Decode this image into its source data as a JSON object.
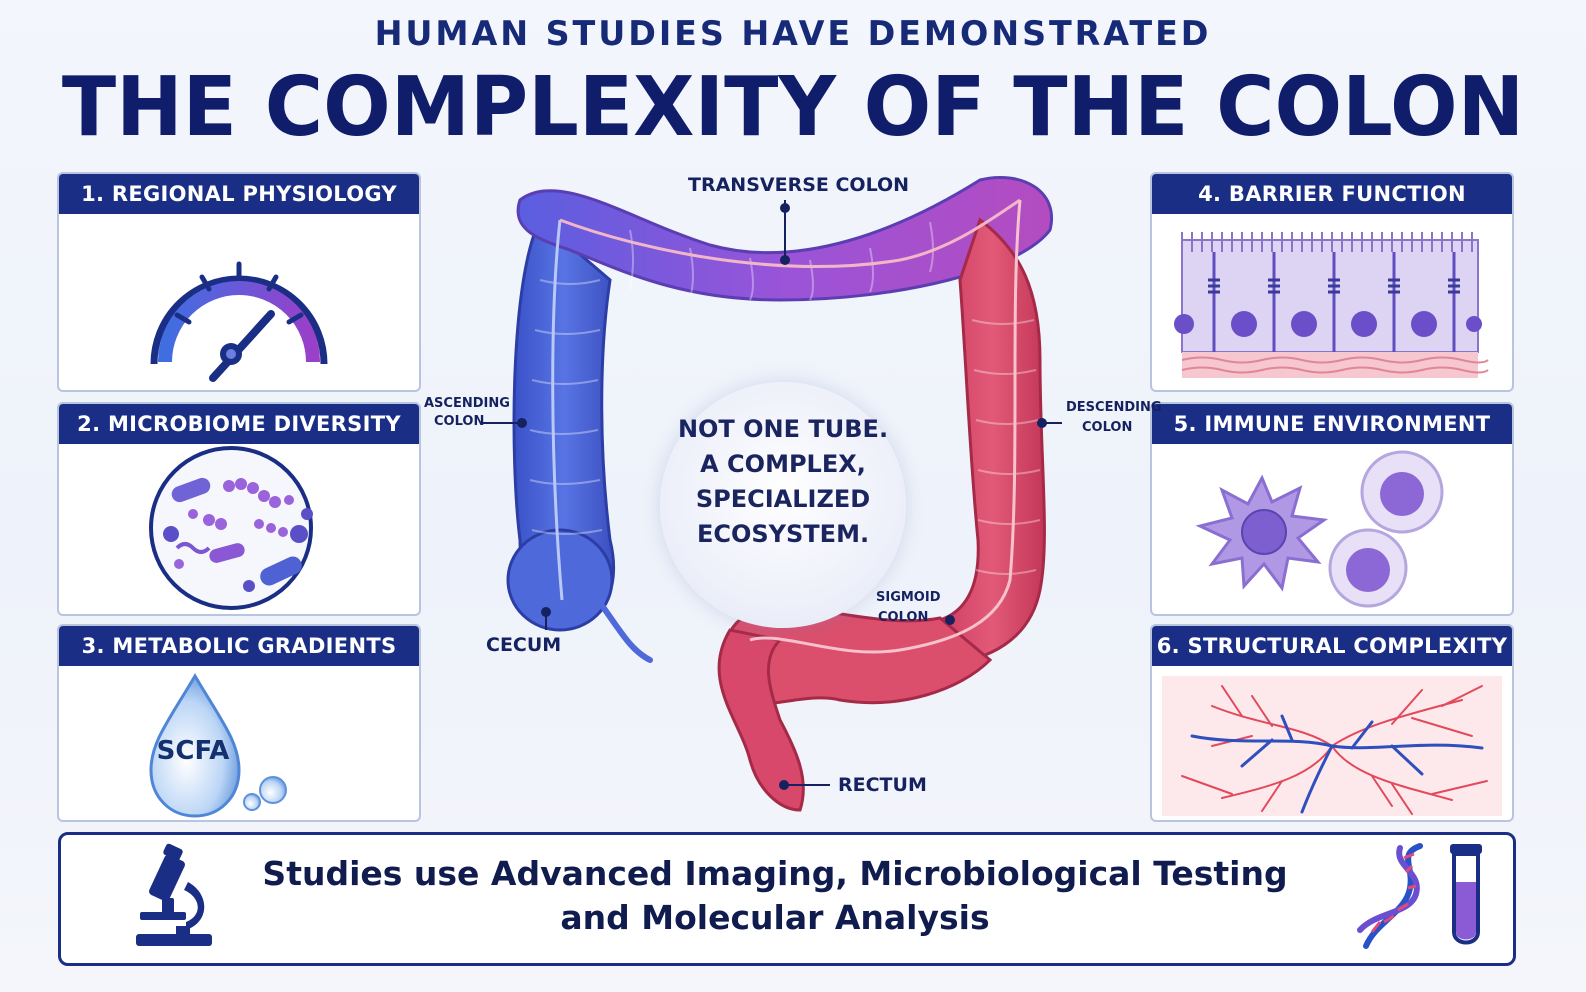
{
  "header": {
    "subtitle": "HUMAN STUDIES HAVE DEMONSTRATED",
    "title": "THE COMPLEXITY OF THE COLON"
  },
  "panels": [
    {
      "title": "1. REGIONAL PHYSIOLOGY",
      "icon": "gauge-icon"
    },
    {
      "title": "2. MICROBIOME DIVERSITY",
      "icon": "microbiome-icon"
    },
    {
      "title": "3. METABOLIC GRADIENTS",
      "icon": "scfa-droplet-icon",
      "badge": "SCFA"
    },
    {
      "title": "4. BARRIER FUNCTION",
      "icon": "epithelial-barrier-icon"
    },
    {
      "title": "5. IMMUNE ENVIRONMENT",
      "icon": "immune-cells-icon"
    },
    {
      "title": "6. STRUCTURAL COMPLEXITY",
      "icon": "blood-vessels-icon"
    }
  ],
  "colon_labels": {
    "transverse": "TRANSVERSE COLON",
    "ascending_1": "ASCENDING",
    "ascending_2": "COLON",
    "descending_1": "DESCENDING",
    "descending_2": "COLON",
    "sigmoid_1": "SIGMOID",
    "sigmoid_2": "COLON",
    "cecum": "CECUM",
    "rectum": "RECTUM"
  },
  "center_message": {
    "line1": "NOT ONE TUBE.",
    "line2": "A COMPLEX,",
    "line3": "SPECIALIZED",
    "line4": "ECOSYSTEM."
  },
  "footer": {
    "line1": "Studies use Advanced Imaging, Microbiological Testing",
    "line2": "and Molecular Analysis",
    "left_icon": "microscope-icon",
    "right_icons": [
      "dna-icon",
      "test-tube-icon"
    ]
  },
  "colors": {
    "navy": "#1a2e86",
    "blue": "#4a63d6",
    "purple": "#9b55d4",
    "magenta": "#b84cbf",
    "red": "#d8435e"
  }
}
